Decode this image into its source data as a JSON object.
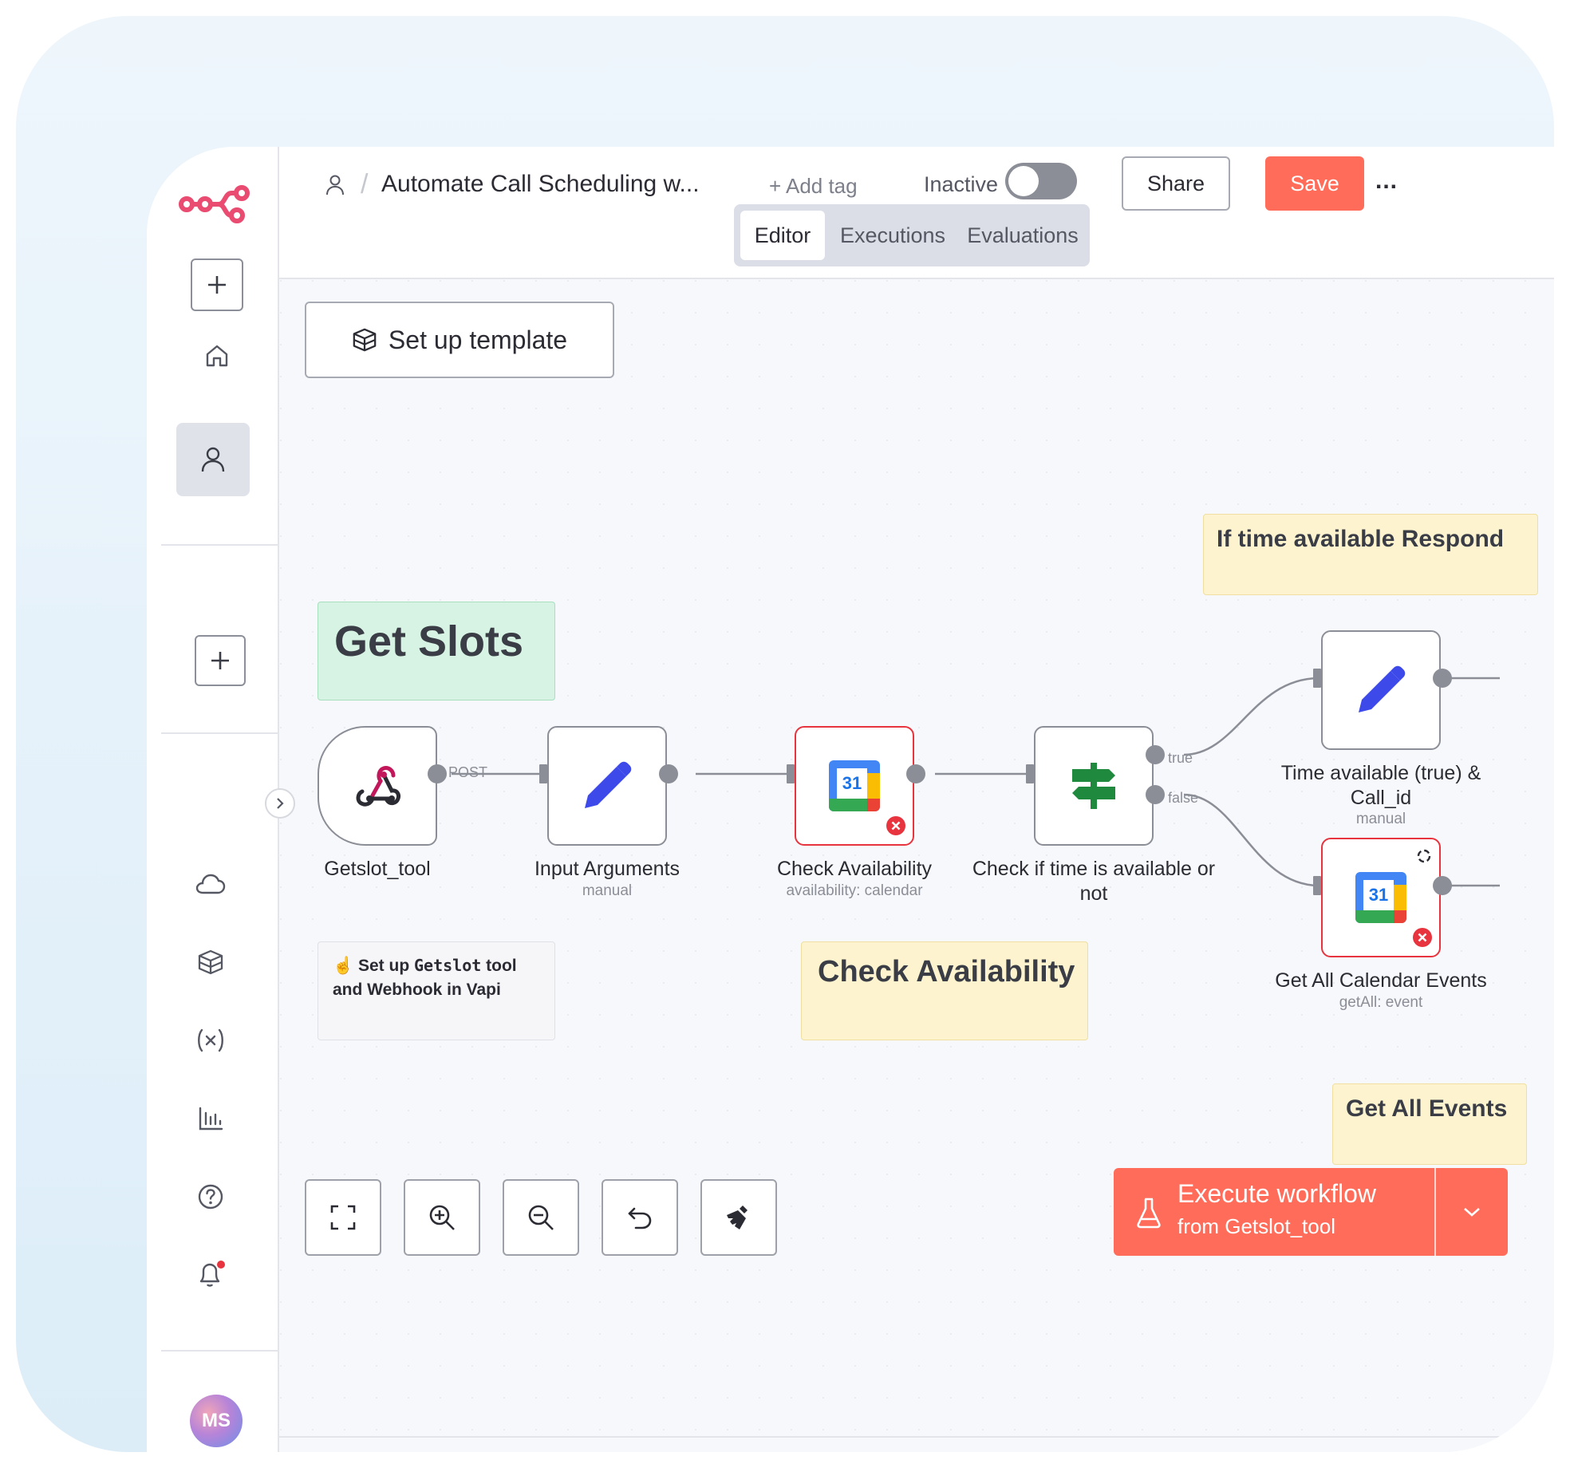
{
  "header": {
    "breadcrumb_title": "Automate Call Scheduling w...",
    "add_tag": "+ Add tag",
    "status_label": "Inactive",
    "share_label": "Share",
    "save_label": "Save",
    "more_label": "..."
  },
  "tabs": {
    "editor": "Editor",
    "executions": "Executions",
    "evaluations": "Evaluations",
    "active": "Editor"
  },
  "canvas": {
    "setup_template_label": "Set up template",
    "execute": {
      "title": "Execute workflow",
      "subtitle": "from Getslot_tool"
    }
  },
  "stickies": {
    "get_slots": "Get Slots",
    "setup_note_pre": "☝️ Set up ",
    "setup_note_code": "Getslot",
    "setup_note_post": " tool and Webhook in Vapi",
    "check_availability": "Check Availability",
    "if_time_available": "If time available Respond",
    "get_all_events": "Get All Events"
  },
  "nodes": {
    "webhook": {
      "label": "Getslot_tool",
      "output_label": "POST"
    },
    "input_args": {
      "label": "Input Arguments",
      "sub": "manual"
    },
    "check_avail": {
      "label": "Check Availability",
      "sub": "availability: calendar",
      "calendar_day": "31"
    },
    "if_node": {
      "label": "Check if time is available or not",
      "true_label": "true",
      "false_label": "false"
    },
    "time_avail": {
      "label": "Time available (true) & Call_id",
      "sub": "manual"
    },
    "get_events": {
      "label": "Get All Calendar Events",
      "sub": "getAll: event",
      "calendar_day": "31"
    }
  },
  "user": {
    "initials": "MS"
  },
  "colors": {
    "brand": "#ea4b71",
    "accent": "#ff6d5a",
    "error": "#e8343e",
    "sticky_green": "#d7f3e3",
    "sticky_yellow": "#fdf4cf",
    "pencil_blue": "#3d49e8",
    "if_green": "#1f8a3d"
  },
  "icons": {
    "sidebar": [
      "n8n-logo-icon",
      "plus-icon",
      "home-icon",
      "user-icon",
      "plus-icon",
      "expand-chevron-icon",
      "cloud-icon",
      "templates-icon",
      "variables-icon",
      "insights-icon",
      "help-icon",
      "bell-icon"
    ],
    "toolbar": [
      "fit-view-icon",
      "zoom-in-icon",
      "zoom-out-icon",
      "undo-icon",
      "tidy-up-icon"
    ]
  }
}
